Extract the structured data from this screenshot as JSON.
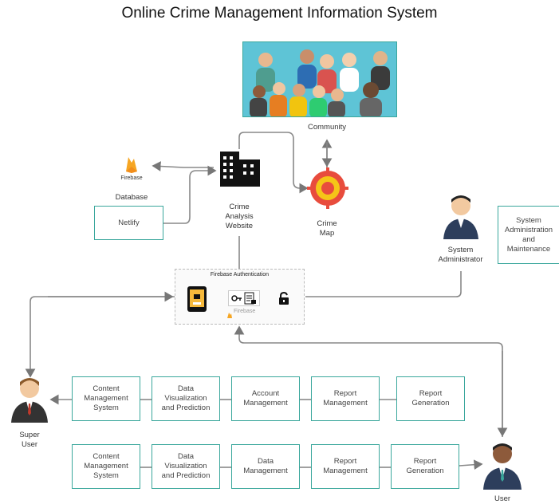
{
  "title": "Online Crime Management Information System",
  "community": {
    "label": "Community"
  },
  "firebase_db": {
    "logo_text": "Firebase",
    "label": "Database"
  },
  "netlify": {
    "label": "Netlify"
  },
  "website": {
    "label": "Crime\nAnalysis\nWebsite"
  },
  "crime_map": {
    "label": "Crime\nMap"
  },
  "sys_admin": {
    "label": "System\nAdministrator"
  },
  "sys_admin_box": {
    "label": "System\nAdministration\nand\nMaintenance"
  },
  "auth": {
    "title": "Firebase Authentication",
    "firebase_text": "Firebase"
  },
  "super_user": {
    "label": "Super\nUser",
    "modules": [
      "Content\nManagement\nSystem",
      "Data\nVisualization\nand Prediction",
      "Account\nManagement",
      "Report\nManagement",
      "Report\nGeneration"
    ]
  },
  "user": {
    "label": "User",
    "modules": [
      "Content\nManagement\nSystem",
      "Data\nVisualization\nand Prediction",
      "Data\nManagement",
      "Report\nManagement",
      "Report\nGeneration"
    ]
  },
  "colors": {
    "accent": "#3aa79c",
    "line": "#777777",
    "firebase": "#f6a623",
    "map_red": "#e84c3d",
    "map_yellow": "#f5c518"
  }
}
